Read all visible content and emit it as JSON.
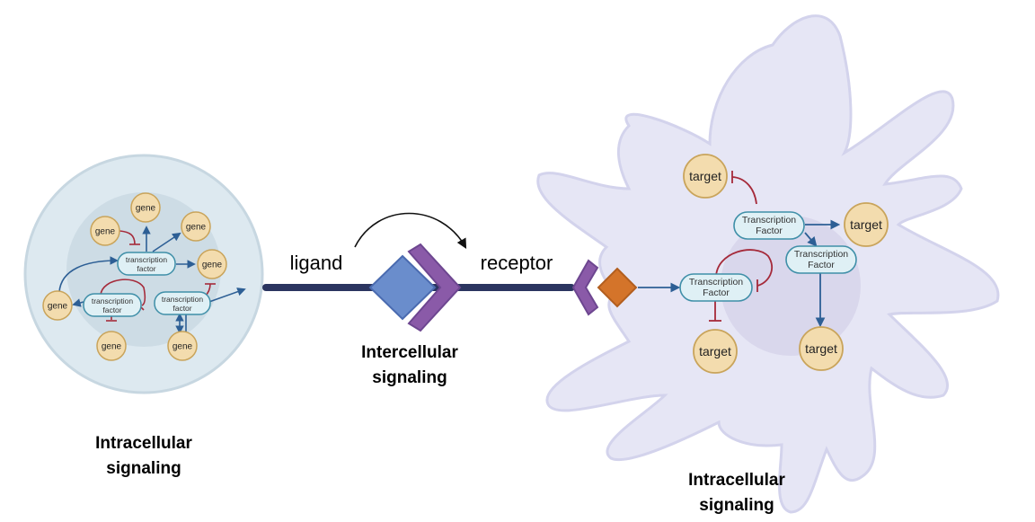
{
  "colors": {
    "gene_fill": "#f3dcae",
    "gene_stroke": "#c9a45b",
    "tf_fill": "#dff0f5",
    "tf_stroke": "#3f8fa8",
    "activation_arrow": "#2d5f95",
    "inhibition": "#a52a3a",
    "cell_left": "#dde9f0",
    "cell_right": "#e6e6f5",
    "ligand": "#6a8dcc",
    "receptor": "#8a5aa8",
    "ligand_right": "#d4742a",
    "line": "#2b3560"
  },
  "left_cell": {
    "genes": [
      "gene",
      "gene",
      "gene",
      "gene",
      "gene",
      "gene",
      "gene"
    ],
    "tfs": [
      {
        "line1": "transcription",
        "line2": "factor"
      },
      {
        "line1": "transcription",
        "line2": "factor"
      },
      {
        "line1": "transcription",
        "line2": "factor"
      }
    ],
    "caption_line1": "Intracellular",
    "caption_line2": "signaling"
  },
  "middle": {
    "ligand": "ligand",
    "receptor": "receptor",
    "caption_line1": "Intercellular",
    "caption_line2": "signaling"
  },
  "right_cell": {
    "targets": [
      "target",
      "target",
      "target",
      "target"
    ],
    "tfs": [
      {
        "line1": "Transcription",
        "line2": "Factor"
      },
      {
        "line1": "Transcription",
        "line2": "Factor"
      },
      {
        "line1": "Transcription",
        "line2": "Factor"
      }
    ],
    "caption_line1": "Intracellular",
    "caption_line2": "signaling"
  }
}
